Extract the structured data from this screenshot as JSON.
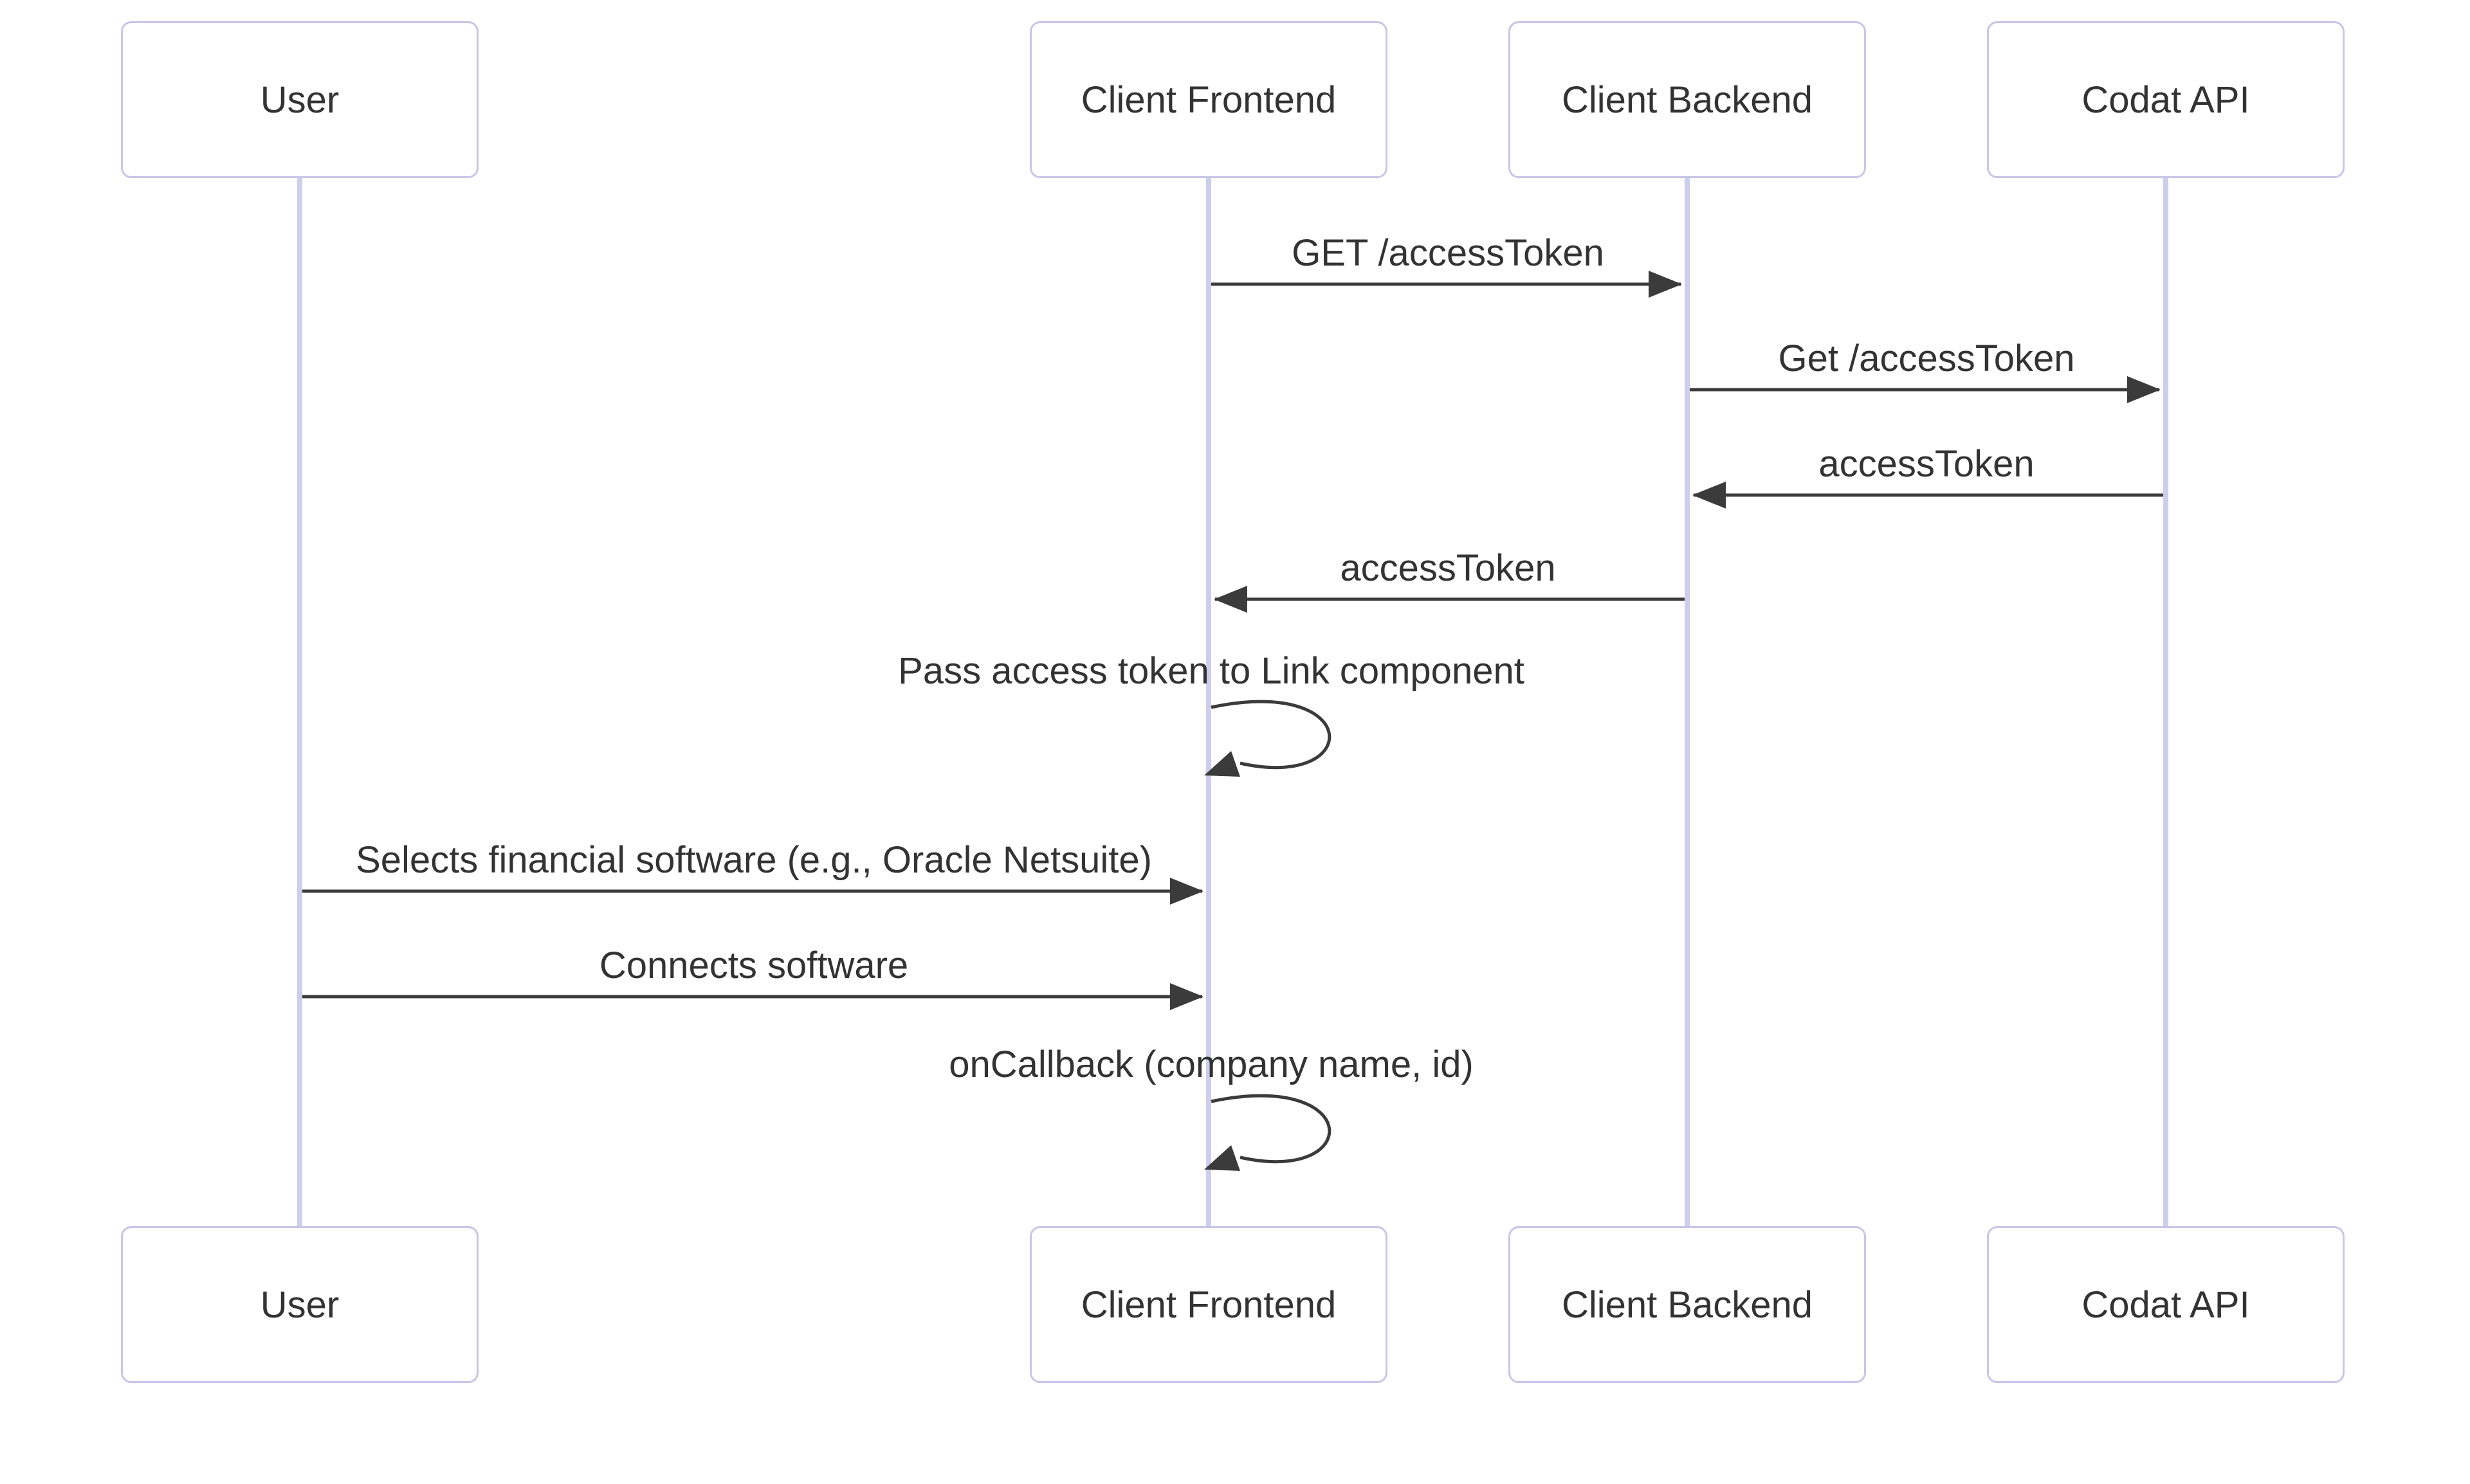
{
  "diagram": {
    "kind": "sequence-diagram",
    "background_color": "#ffffff",
    "colors": {
      "actor_border": "#c8c6e6",
      "actor_fill": "#ffffff",
      "lifeline": "#cdcdec",
      "arrow": "#3b3b3b",
      "text": "#333333"
    },
    "actors": [
      {
        "label": "User"
      },
      {
        "label": "Client Frontend"
      },
      {
        "label": "Client Backend"
      },
      {
        "label": "Codat API"
      }
    ],
    "messages": [
      {
        "from": "Client Frontend",
        "to": "Client Backend",
        "label": "GET /accessToken",
        "arrow": "solid"
      },
      {
        "from": "Client Backend",
        "to": "Codat API",
        "label": "Get /accessToken",
        "arrow": "solid"
      },
      {
        "from": "Codat API",
        "to": "Client Backend",
        "label": "accessToken",
        "arrow": "solid"
      },
      {
        "from": "Client Backend",
        "to": "Client Frontend",
        "label": "accessToken",
        "arrow": "solid"
      },
      {
        "from": "Client Frontend",
        "to": "Client Frontend",
        "label": "Pass access token to Link component",
        "arrow": "self-loop"
      },
      {
        "from": "User",
        "to": "Client Frontend",
        "label": "Selects financial software (e.g., Oracle Netsuite)",
        "arrow": "solid"
      },
      {
        "from": "User",
        "to": "Client Frontend",
        "label": "Connects software",
        "arrow": "solid"
      },
      {
        "from": "Client Frontend",
        "to": "Client Frontend",
        "label": "onCallback (company name, id)",
        "arrow": "self-loop"
      }
    ]
  }
}
